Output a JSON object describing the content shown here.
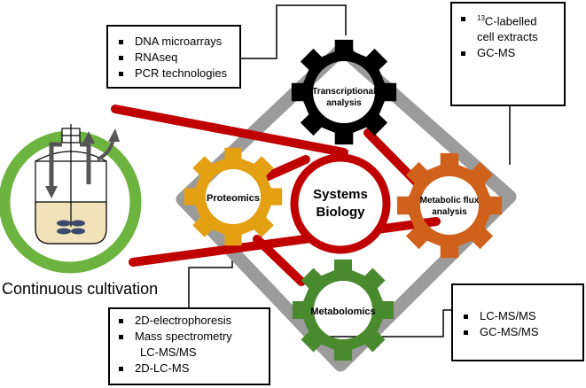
{
  "center": {
    "line1": "Systems",
    "line2": "Biology"
  },
  "gears": {
    "transcriptional": {
      "line1": "Transcriptional",
      "line2": "analysis",
      "color": "#000000"
    },
    "proteomics": {
      "line1": "Proteomics",
      "color": "#E3A013"
    },
    "metabolic_flux": {
      "line1": "Metabolic flux",
      "line2": "analysis",
      "color": "#D0611B"
    },
    "metabolomics": {
      "line1": "Metabolomics",
      "color": "#4A8A2F"
    }
  },
  "boxes": {
    "transcriptional": {
      "items": [
        "DNA microarrays",
        "RNAseq",
        "PCR technologies"
      ]
    },
    "flux": {
      "item1_sup": "13",
      "item1_rest": "C-labelled",
      "item1_cont": "cell extracts",
      "item2": "GC-MS"
    },
    "proteomics": {
      "items": [
        "2D-electrophoresis",
        "Mass spectrometry"
      ],
      "sub": "LC-MS/MS",
      "last": "2D-LC-MS"
    },
    "metabolomics": {
      "items": [
        "LC-MS/MS",
        "GC-MS/MS"
      ]
    }
  },
  "cultivation": {
    "caption": "Continuous cultivation",
    "ring_color": "#6DB33F"
  },
  "colors": {
    "frame": "#9B9B9B",
    "links": "#C00000"
  }
}
